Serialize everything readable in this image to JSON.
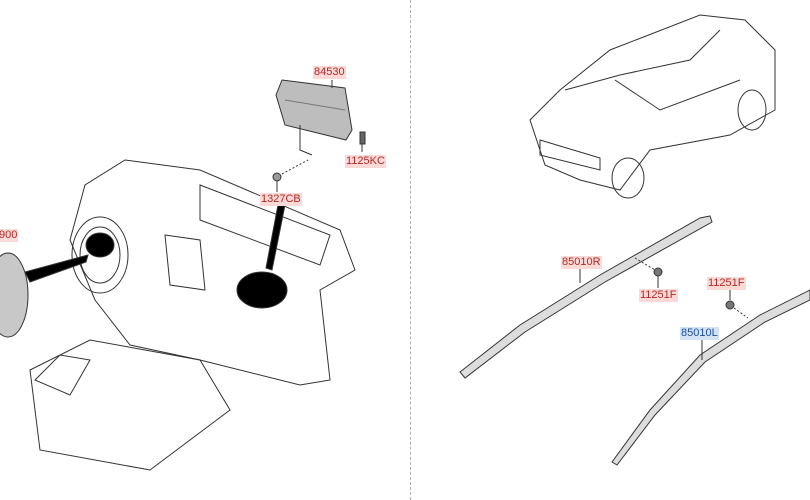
{
  "labels": {
    "p84530": "84530",
    "p1125KC": "1125KC",
    "p1327CB": "1327CB",
    "p900": "900",
    "p85010R": "85010R",
    "p11251F_a": "11251F",
    "p11251F_b": "11251F",
    "p85010L": "85010L"
  },
  "colors": {
    "label_bg": "#fbd9d6",
    "label_text": "#b02a2a",
    "selected_bg": "#d5e3f7",
    "selected_text": "#1d4f9a"
  }
}
